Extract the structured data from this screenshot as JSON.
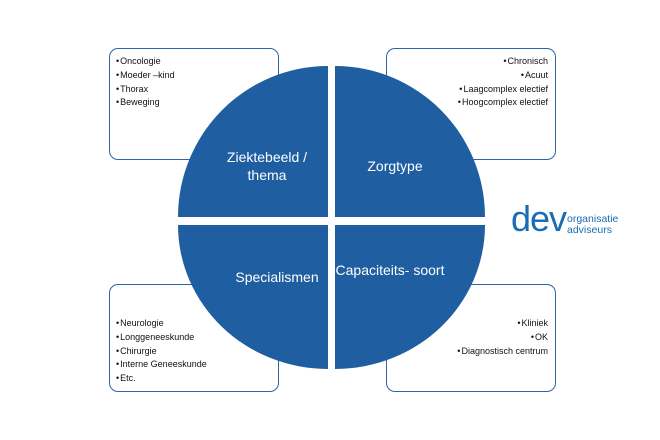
{
  "colors": {
    "quadrant": "#1f5ea1",
    "border": "#2d65a6",
    "logo": "#1a6cb5"
  },
  "quadrants": {
    "top_left": "Ziektebeeld / thema",
    "top_right": "Zorgtype",
    "bottom_left": "Specialismen",
    "bottom_right": "Capaciteits- soort"
  },
  "boxes": {
    "top_left": [
      "Oncologie",
      "Moeder –kind",
      "Thorax",
      "Beweging"
    ],
    "top_right": [
      "Chronisch",
      "Acuut",
      "Laagcomplex electief",
      "Hoogcomplex electief"
    ],
    "bottom_left": [
      "Neurologie",
      "Longgeneeskunde",
      "Chirurgie",
      "Interne Geneeskunde",
      "Etc."
    ],
    "bottom_right": [
      "Kliniek",
      "OK",
      "Diagnostisch centrum"
    ]
  },
  "logo": {
    "main": "dev",
    "line1": "organisatie",
    "line2": "adviseurs"
  }
}
